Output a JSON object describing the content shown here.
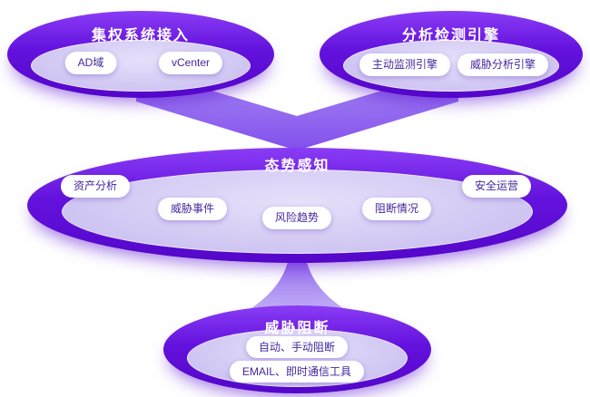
{
  "nodes": {
    "access": {
      "title": "集权系统接入",
      "items": [
        "AD域",
        "vCenter"
      ]
    },
    "engine": {
      "title": "分析检测引擎",
      "items": [
        "主动监测引擎",
        "威胁分析引擎"
      ]
    },
    "awareness": {
      "title": "态势感知",
      "items": [
        "资产分析",
        "威胁事件",
        "风险趋势",
        "阻断情况",
        "安全运营"
      ]
    },
    "block": {
      "title": "威胁阻断",
      "items": [
        "自动、手动阻断",
        "EMAIL、即时通信工具"
      ]
    }
  },
  "colors": {
    "ellipse_purple": "#6312dd",
    "ellipse_inner": "#cfc5f1",
    "connector_purple": "#8a5cf0",
    "title_text": "#ffffff",
    "pill_bg": "#ffffff",
    "pill_text": "#44279f"
  }
}
